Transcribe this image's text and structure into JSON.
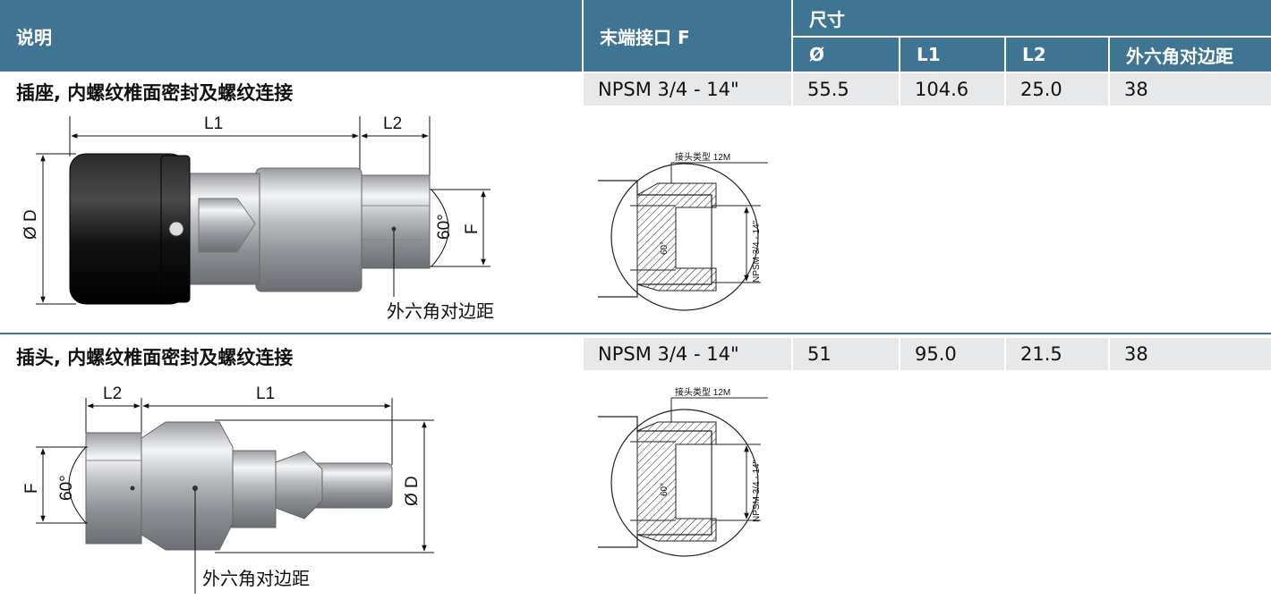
{
  "header": {
    "description": "说明",
    "end_interface": "末端接口 F",
    "dimensions": "尺寸",
    "col_dia": "Ø",
    "col_l1": "L1",
    "col_l2": "L2",
    "col_hex": "外六角对边距"
  },
  "rows": [
    {
      "title": "插座, 内螺纹椎面密封及螺纹连接",
      "thread": "NPSM 3/4 - 14\"",
      "dia": "55.5",
      "l1": "104.6",
      "l2": "25.0",
      "hex": "38",
      "drawing": {
        "l1": "L1",
        "l2": "L2",
        "d": "Ø D",
        "angle": "60°",
        "f": "F",
        "hex_callout": "外六角对边距"
      },
      "section": {
        "connector_type": "接头类型 12M",
        "thread_label": "NPSM 3/4 - 14\"",
        "angle": "60°"
      }
    },
    {
      "title": "插头, 内螺纹椎面密封及螺纹连接",
      "thread": "NPSM 3/4 - 14\"",
      "dia": "51",
      "l1": "95.0",
      "l2": "21.5",
      "hex": "38",
      "drawing": {
        "l1": "L1",
        "l2": "L2",
        "d": "Ø D",
        "angle": "60°",
        "f": "F",
        "hex_callout": "外六角对边距"
      },
      "section": {
        "connector_type": "接头类型 12M",
        "thread_label": "NPSM 3/4 - 14\"",
        "angle": "60°"
      }
    }
  ],
  "colors": {
    "header_bg": "#3f7592",
    "cell_bg": "#e7e8ea"
  }
}
